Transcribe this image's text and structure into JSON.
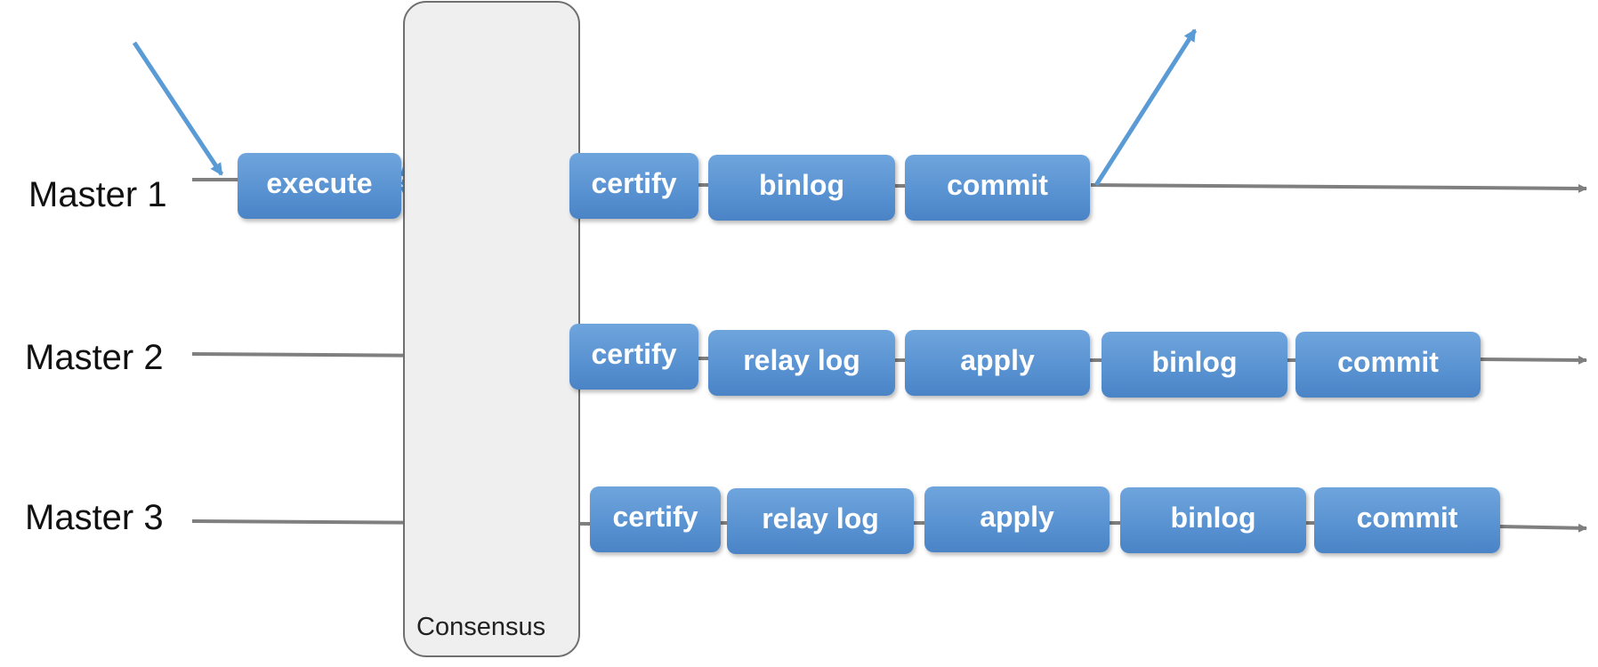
{
  "masters": [
    {
      "label": "Master 1"
    },
    {
      "label": "Master 2"
    },
    {
      "label": "Master 3"
    }
  ],
  "consensus": {
    "label": "Consensus"
  },
  "pipelines": [
    {
      "master": "Master 1",
      "steps": [
        "execute",
        "certify",
        "binlog",
        "commit"
      ]
    },
    {
      "master": "Master 2",
      "steps": [
        "certify",
        "relay log",
        "apply",
        "binlog",
        "commit"
      ]
    },
    {
      "master": "Master 3",
      "steps": [
        "certify",
        "relay log",
        "apply",
        "binlog",
        "commit"
      ]
    }
  ],
  "colors": {
    "box_fill": "#5b95d4",
    "box_text": "#ffffff",
    "timeline": "#7f7f7f",
    "message_arrow": "#5b9bd5",
    "consensus_fill": "#efefef",
    "consensus_border": "#6f6f6f"
  }
}
